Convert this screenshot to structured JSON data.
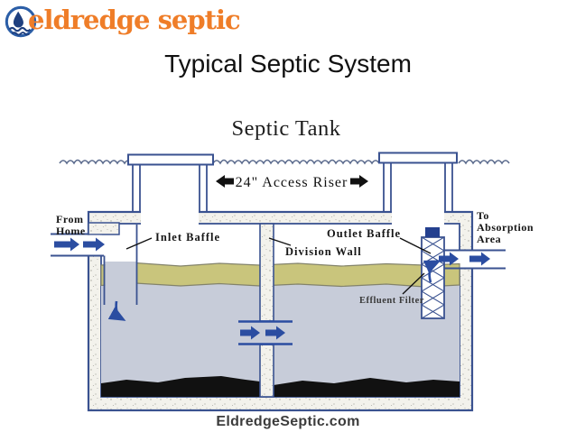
{
  "logo": {
    "text": "eldredge septic",
    "icon": "water-drop-logo-icon",
    "orange": "#ef7d28",
    "blue": "#2b5ea7"
  },
  "title": "Typical Septic System",
  "diagram": {
    "heading": "Septic Tank",
    "access_riser_label": "24\" Access Riser",
    "from_home": [
      "From",
      "Home"
    ],
    "to_absorption": [
      "To",
      "Absorption",
      "Area"
    ],
    "labels": {
      "inlet_baffle": "Inlet Baffle",
      "outlet_baffle": "Outlet Baffle",
      "division_wall": "Division Wall",
      "effluent_filter": "Effluent Filter"
    },
    "colors": {
      "outline_blue": "#3a5290",
      "flow_arrow_blue": "#2b4da1",
      "riser_arrow_black": "#111111",
      "scum_layer": "#c9c57c",
      "liquid": "#c7ccd9",
      "sludge": "#111111",
      "ground_wave": "#5b6b8d",
      "filter_cap": "#24408f",
      "concrete": "#f3f2ec"
    }
  },
  "footer": {
    "watermark": "EldredgeSeptic.com"
  }
}
